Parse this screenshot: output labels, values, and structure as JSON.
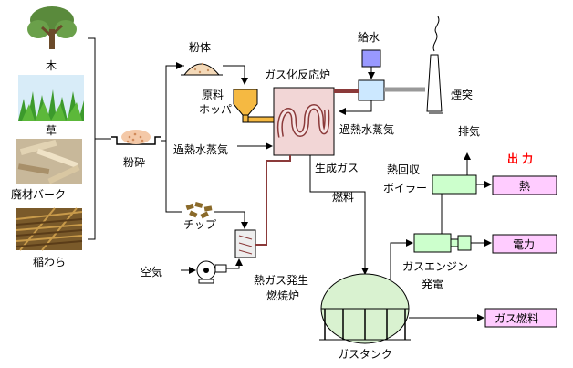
{
  "inputs": {
    "tree": "木",
    "grass": "草",
    "waste_wood": "廃材バーク",
    "rice_straw": "稲わら"
  },
  "process": {
    "crushing": "粉砕",
    "powder": "粉体",
    "hopper_line1": "原料",
    "hopper_line2": "ホッパ",
    "reactor": "ガス化反応炉",
    "water_supply": "給水",
    "chimney": "煙突",
    "superheated_steam_right": "過熱水蒸気",
    "superheated_steam_left": "過熱水蒸気",
    "product_gas_line1": "生成ガス",
    "product_gas_line2": "燃料",
    "chips": "チップ",
    "air": "空気",
    "hot_gas_line1": "熱ガス発生",
    "hot_gas_line2": "燃焼炉",
    "gas_tank": "ガスタンク",
    "heat_recovery_line1": "熱回収",
    "heat_recovery_line2": "ボイラー",
    "exhaust": "排気",
    "engine_line1": "ガスエンジン",
    "engine_line2": "発電"
  },
  "outputs": {
    "header": "出力",
    "heat": "熱",
    "electricity": "電力",
    "gas_fuel": "ガス燃料"
  },
  "colors": {
    "output_box": "#ffccff",
    "equipment_green": "#ccffcc",
    "tank_green": "#d9f2d0",
    "reactor_pink": "#f2d6d6",
    "hopper_orange": "#f5b942",
    "water_blue": "#cce8ff",
    "water_supply_purple": "#9999ff",
    "red_header": "#ff0000"
  }
}
